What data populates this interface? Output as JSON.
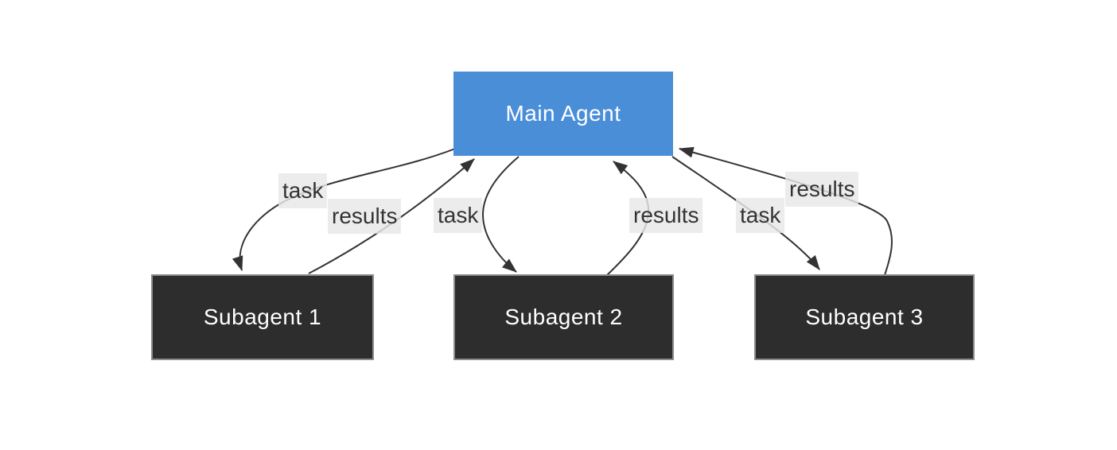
{
  "diagram": {
    "type": "flowchart",
    "background": "#ffffff",
    "nodes": [
      {
        "id": "main",
        "label": "Main Agent",
        "role": "main-agent",
        "fill": "#4a8ed8",
        "text_color": "#ffffff"
      },
      {
        "id": "sub1",
        "label": "Subagent 1",
        "role": "subagent",
        "fill": "#2d2d2d",
        "border_color": "#8c8c8c",
        "text_color": "#ffffff"
      },
      {
        "id": "sub2",
        "label": "Subagent 2",
        "role": "subagent",
        "fill": "#2d2d2d",
        "border_color": "#8c8c8c",
        "text_color": "#ffffff"
      },
      {
        "id": "sub3",
        "label": "Subagent 3",
        "role": "subagent",
        "fill": "#2d2d2d",
        "border_color": "#8c8c8c",
        "text_color": "#ffffff"
      }
    ],
    "edges": [
      {
        "from": "Main Agent",
        "to": "Subagent 1",
        "label": "task"
      },
      {
        "from": "Subagent 1",
        "to": "Main Agent",
        "label": "results"
      },
      {
        "from": "Main Agent",
        "to": "Subagent 2",
        "label": "task"
      },
      {
        "from": "Subagent 2",
        "to": "Main Agent",
        "label": "results"
      },
      {
        "from": "Main Agent",
        "to": "Subagent 3",
        "label": "task"
      },
      {
        "from": "Subagent 3",
        "to": "Main Agent",
        "label": "results"
      }
    ],
    "colors": {
      "edge_stroke": "#333333",
      "edge_label_bg": "#e8e8e8",
      "edge_label_text": "#333333",
      "main_node_fill": "#4a8ed8",
      "subagent_fill": "#2d2d2d",
      "subagent_border": "#8c8c8c",
      "node_text": "#ffffff",
      "background": "#ffffff"
    }
  }
}
